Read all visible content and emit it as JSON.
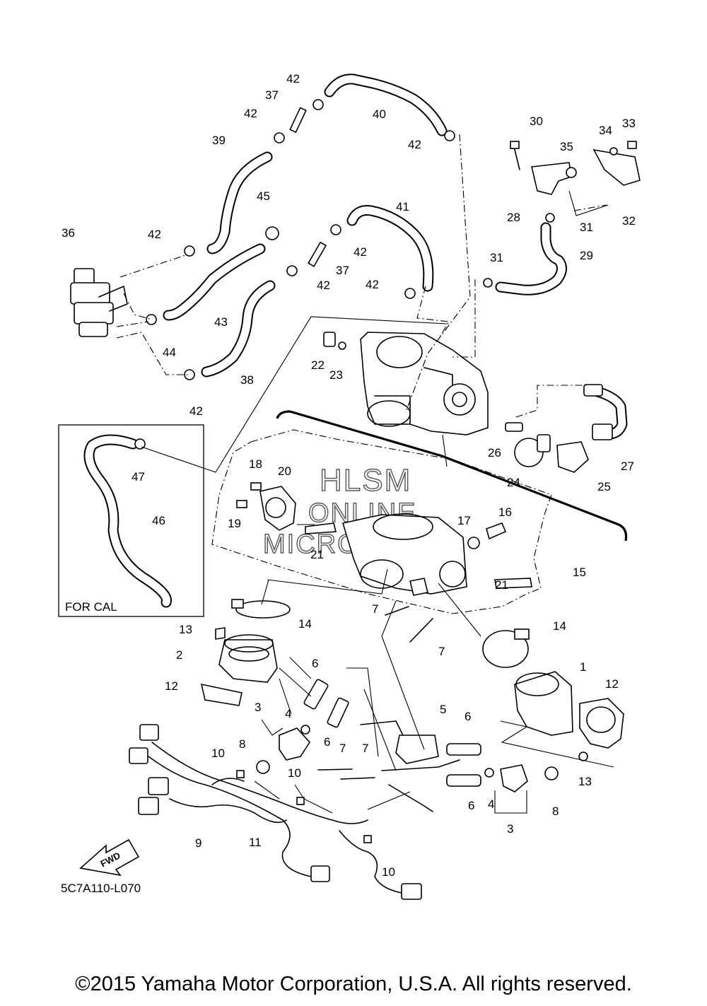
{
  "diagram": {
    "callouts": [
      {
        "id": "c1",
        "label": "1"
      },
      {
        "id": "c2",
        "label": "2"
      },
      {
        "id": "c3a",
        "label": "3"
      },
      {
        "id": "c3b",
        "label": "3"
      },
      {
        "id": "c4a",
        "label": "4"
      },
      {
        "id": "c4b",
        "label": "4"
      },
      {
        "id": "c5",
        "label": "5"
      },
      {
        "id": "c6a",
        "label": "6"
      },
      {
        "id": "c6b",
        "label": "6"
      },
      {
        "id": "c6c",
        "label": "6"
      },
      {
        "id": "c6d",
        "label": "6"
      },
      {
        "id": "c7a",
        "label": "7"
      },
      {
        "id": "c7b",
        "label": "7"
      },
      {
        "id": "c7c",
        "label": "7"
      },
      {
        "id": "c7d",
        "label": "7"
      },
      {
        "id": "c8a",
        "label": "8"
      },
      {
        "id": "c8b",
        "label": "8"
      },
      {
        "id": "c9",
        "label": "9"
      },
      {
        "id": "c10a",
        "label": "10"
      },
      {
        "id": "c10b",
        "label": "10"
      },
      {
        "id": "c10c",
        "label": "10"
      },
      {
        "id": "c11",
        "label": "11"
      },
      {
        "id": "c12a",
        "label": "12"
      },
      {
        "id": "c12b",
        "label": "12"
      },
      {
        "id": "c13a",
        "label": "13"
      },
      {
        "id": "c13b",
        "label": "13"
      },
      {
        "id": "c14a",
        "label": "14"
      },
      {
        "id": "c14b",
        "label": "14"
      },
      {
        "id": "c15",
        "label": "15"
      },
      {
        "id": "c16",
        "label": "16"
      },
      {
        "id": "c17",
        "label": "17"
      },
      {
        "id": "c18",
        "label": "18"
      },
      {
        "id": "c19",
        "label": "19"
      },
      {
        "id": "c20",
        "label": "20"
      },
      {
        "id": "c21a",
        "label": "21"
      },
      {
        "id": "c21b",
        "label": "21"
      },
      {
        "id": "c22",
        "label": "22"
      },
      {
        "id": "c23",
        "label": "23"
      },
      {
        "id": "c24",
        "label": "24"
      },
      {
        "id": "c25",
        "label": "25"
      },
      {
        "id": "c26",
        "label": "26"
      },
      {
        "id": "c27",
        "label": "27"
      },
      {
        "id": "c28",
        "label": "28"
      },
      {
        "id": "c29",
        "label": "29"
      },
      {
        "id": "c30",
        "label": "30"
      },
      {
        "id": "c31a",
        "label": "31"
      },
      {
        "id": "c31b",
        "label": "31"
      },
      {
        "id": "c32",
        "label": "32"
      },
      {
        "id": "c33",
        "label": "33"
      },
      {
        "id": "c34",
        "label": "34"
      },
      {
        "id": "c35",
        "label": "35"
      },
      {
        "id": "c36",
        "label": "36"
      },
      {
        "id": "c37a",
        "label": "37"
      },
      {
        "id": "c37b",
        "label": "37"
      },
      {
        "id": "c38",
        "label": "38"
      },
      {
        "id": "c39",
        "label": "39"
      },
      {
        "id": "c40",
        "label": "40"
      },
      {
        "id": "c41",
        "label": "41"
      },
      {
        "id": "c42a",
        "label": "42"
      },
      {
        "id": "c42b",
        "label": "42"
      },
      {
        "id": "c42c",
        "label": "42"
      },
      {
        "id": "c42d",
        "label": "42"
      },
      {
        "id": "c42e",
        "label": "42"
      },
      {
        "id": "c42f",
        "label": "42"
      },
      {
        "id": "c42g",
        "label": "42"
      },
      {
        "id": "c42h",
        "label": "42"
      },
      {
        "id": "c43",
        "label": "43"
      },
      {
        "id": "c44",
        "label": "44"
      },
      {
        "id": "c45",
        "label": "45"
      },
      {
        "id": "c46",
        "label": "46"
      },
      {
        "id": "c47",
        "label": "47"
      }
    ],
    "inset_label": "FOR CAL",
    "fwd_label": "FWD",
    "ref_code": "5C7A110-L070",
    "watermark": [
      "HLSM",
      "ONLINE",
      "MICROFICHE"
    ]
  },
  "footer": {
    "copyright": "©2015 Yamaha Motor Corporation, U.S.A. All rights reserved."
  }
}
